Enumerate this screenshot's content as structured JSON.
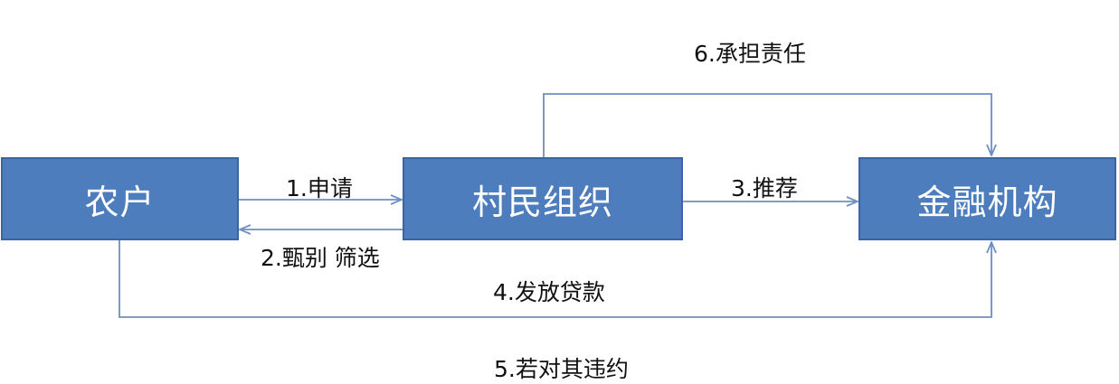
{
  "nodes": {
    "farmer": "农户",
    "village_org": "村民组织",
    "financial_inst": "金融机构"
  },
  "edges": {
    "apply": "1.申请",
    "screen": "2.甄别 筛选",
    "recommend": "3.推荐",
    "loan": "4.发放贷款",
    "default": "5.若对其违约",
    "liability": "6.承担责任"
  },
  "colors": {
    "node_fill": "#4d7dbd",
    "node_border": "#3b64a0",
    "edge": "#6f8fc0"
  }
}
